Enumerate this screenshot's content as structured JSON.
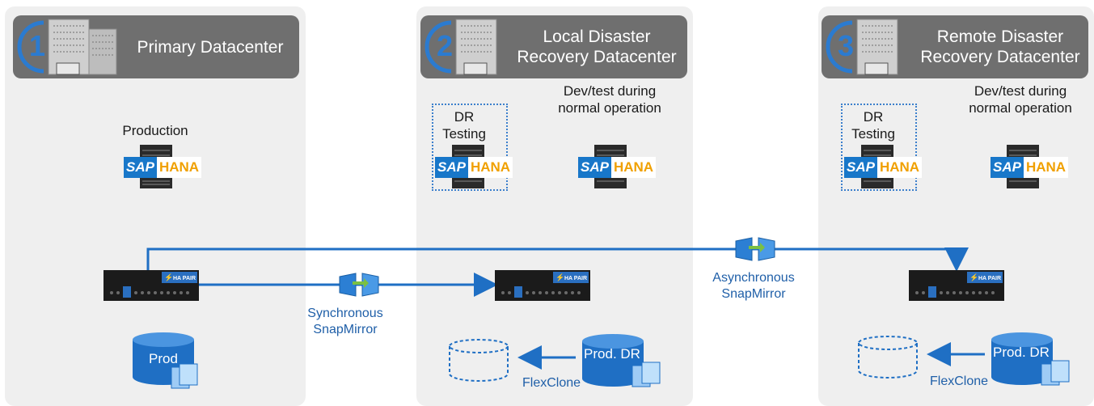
{
  "datacenters": [
    {
      "number": "1",
      "title": "Primary Datacenter"
    },
    {
      "number": "2",
      "title": "Local Disaster Recovery Datacenter"
    },
    {
      "number": "3",
      "title": "Remote Disaster Recovery Datacenter"
    }
  ],
  "labels": {
    "production": "Production",
    "dr_testing": "DR Testing",
    "devtest": "Dev/test during normal operation",
    "sync_mirror": "Synchronous SnapMirror",
    "async_mirror": "Asynchronous SnapMirror",
    "flexclone": "FlexClone",
    "prod_db": "Prod",
    "prod_dr_db": "Prod. DR"
  },
  "sap": {
    "left": "SAP",
    "right": "HANA"
  },
  "storage": {
    "badge": "HA PAIR"
  },
  "colors": {
    "panel": "#efefef",
    "header": "#6f6f6f",
    "accent_blue": "#1f6fc4",
    "sap_blue": "#1877c9",
    "hana_gold": "#f0a000"
  }
}
